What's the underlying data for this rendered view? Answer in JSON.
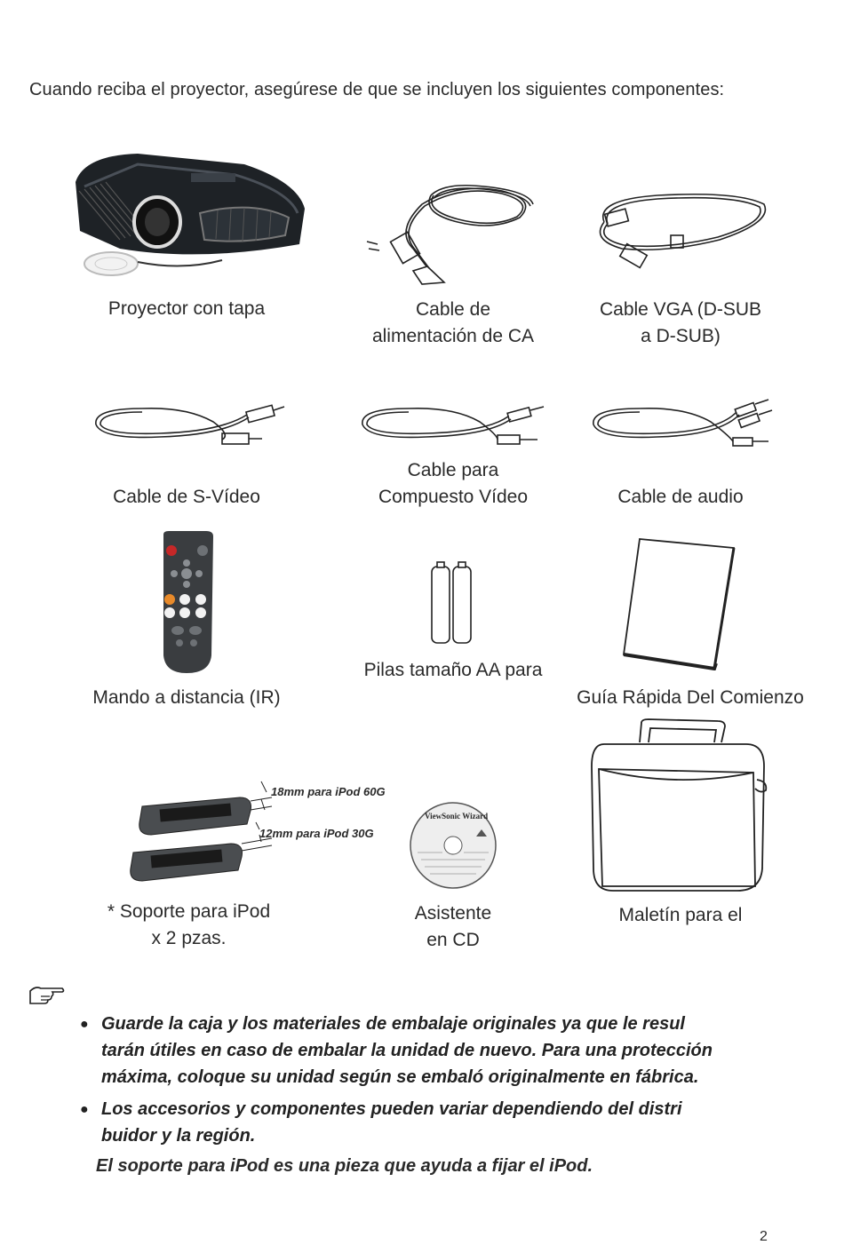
{
  "intro": "Cuando reciba el proyector, asegúrese de que se incluyen los siguientes componentes:",
  "items": {
    "projector": {
      "line1": "Proyector con tapa"
    },
    "power_cable": {
      "line1": "Cable de",
      "line2": "alimentación de CA"
    },
    "vga_cable": {
      "line1": "Cable VGA (D-SUB",
      "line2": "a D-SUB)"
    },
    "svideo_cable": {
      "line1": "Cable de S-Vídeo"
    },
    "composite_cable": {
      "line1": "Cable para",
      "line2": "Compuesto Vídeo"
    },
    "audio_cable": {
      "line1": "Cable de audio"
    },
    "remote": {
      "line1": "Mando a distancia (IR)"
    },
    "batteries": {
      "line1": "Pilas tamaño AA para"
    },
    "quick_guide": {
      "line1": "Guía Rápida Del Comienzo"
    },
    "ipod_dock": {
      "line1": "* Soporte para iPod",
      "line2": "x 2 pzas.",
      "dim1": "18mm para iPod 60G",
      "dim2": "12mm para iPod 30G"
    },
    "cd": {
      "line1": "Asistente",
      "line2": "en CD",
      "disc_label": "ViewSonic Wizard"
    },
    "bag": {
      "line1": "Maletín para el"
    }
  },
  "notes": {
    "icon": "pointing-hand-icon",
    "bullet1": [
      "Guarde la caja y los materiales de embalaje originales ya que le resul",
      "tarán útiles en caso de embalar la unidad de nuevo. Para una protección",
      "máxima, coloque su unidad según se embaló originalmente en fábrica."
    ],
    "bullet2": [
      "Los accesorios y componentes pueden variar dependiendo del distri",
      "buidor y la región."
    ],
    "ipod_note": "El soporte para iPod es una pieza que ayuda a fijar el iPod."
  },
  "page_number": "2"
}
